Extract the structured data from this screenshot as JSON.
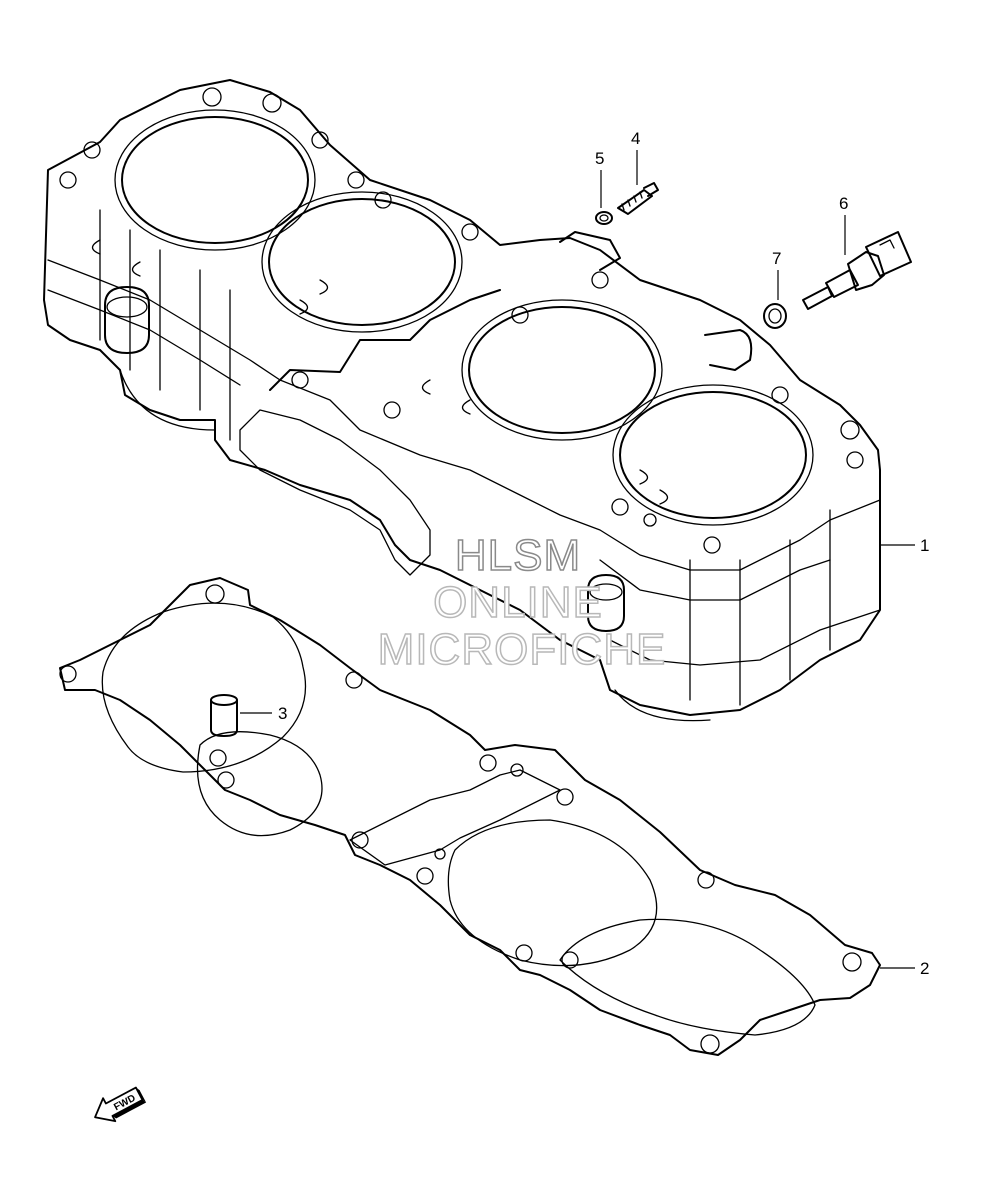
{
  "diagram": {
    "callouts": [
      {
        "id": "1",
        "label": "1"
      },
      {
        "id": "2",
        "label": "2"
      },
      {
        "id": "3",
        "label": "3"
      },
      {
        "id": "4",
        "label": "4"
      },
      {
        "id": "5",
        "label": "5"
      },
      {
        "id": "6",
        "label": "6"
      },
      {
        "id": "7",
        "label": "7"
      }
    ],
    "fwd_arrow": {
      "label": "FWD"
    },
    "watermark": {
      "line1": "HLSM",
      "line2": "ONLINE",
      "line3": "MICROFICHE"
    }
  }
}
